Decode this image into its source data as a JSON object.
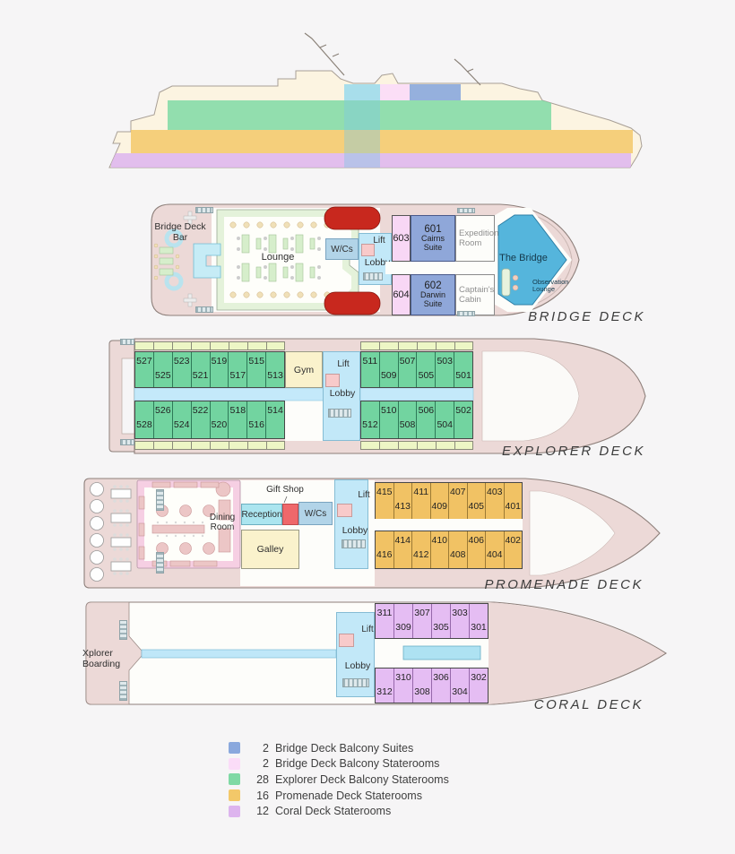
{
  "legend": {
    "items": [
      {
        "count": "2",
        "label": "Bridge Deck Balcony Suites",
        "color": "#8aa8dd"
      },
      {
        "count": "2",
        "label": "Bridge Deck Balcony Staterooms",
        "color": "#fbdcf8"
      },
      {
        "count": "28",
        "label": "Explorer Deck Balcony Staterooms",
        "color": "#7fd9a4"
      },
      {
        "count": "16",
        "label": "Promenade Deck Staterooms",
        "color": "#f3c869"
      },
      {
        "count": "12",
        "label": "Coral Deck Staterooms",
        "color": "#ddb4ee"
      }
    ]
  },
  "decks": {
    "bridge": {
      "title": "BRIDGE DECK",
      "bar_label": "Bridge Deck Bar",
      "lounge_label": "Lounge",
      "wcs_label": "W/Cs",
      "lift_label": "Lift",
      "lobby_label": "Lobby",
      "room_603": "603",
      "room_604": "604",
      "suite_601_number": "601",
      "suite_601_name": "Cairns Suite",
      "suite_602_number": "602",
      "suite_602_name": "Darwin Suite",
      "expedition_label": "Expedition Room",
      "captains_label": "Captain's Cabin",
      "bridge_label": "The Bridge",
      "observation_label": "Observation Lounge"
    },
    "explorer": {
      "title": "EXPLORER DECK",
      "gym_label": "Gym",
      "lift_label": "Lift",
      "lobby_label": "Lobby",
      "rooms_aft_top": [
        "527",
        "525",
        "523",
        "521",
        "519",
        "517",
        "515",
        "513"
      ],
      "rooms_aft_bottom": [
        "528",
        "526",
        "524",
        "522",
        "520",
        "518",
        "516",
        "514"
      ],
      "rooms_fwd_top": [
        "511",
        "509",
        "507",
        "505",
        "503",
        "501"
      ],
      "rooms_fwd_bottom": [
        "512",
        "510",
        "508",
        "506",
        "504",
        "502"
      ]
    },
    "promenade": {
      "title": "PROMENADE DECK",
      "dining_label": "Dining Room",
      "gift_label": "Gift Shop",
      "reception_label": "Reception",
      "wcs_label": "W/Cs",
      "galley_label": "Galley",
      "lift_label": "Lift",
      "lobby_label": "Lobby",
      "rooms_top": [
        "415",
        "413",
        "411",
        "409",
        "407",
        "405",
        "403",
        "401"
      ],
      "rooms_bottom": [
        "416",
        "414",
        "412",
        "410",
        "408",
        "406",
        "404",
        "402"
      ]
    },
    "coral": {
      "title": "CORAL DECK",
      "xplorer_label": "Xplorer Boarding",
      "lift_label": "Lift",
      "lobby_label": "Lobby",
      "rooms_top": [
        "311",
        "309",
        "307",
        "305",
        "303",
        "301"
      ],
      "rooms_bottom": [
        "312",
        "310",
        "308",
        "306",
        "304",
        "302"
      ]
    }
  }
}
